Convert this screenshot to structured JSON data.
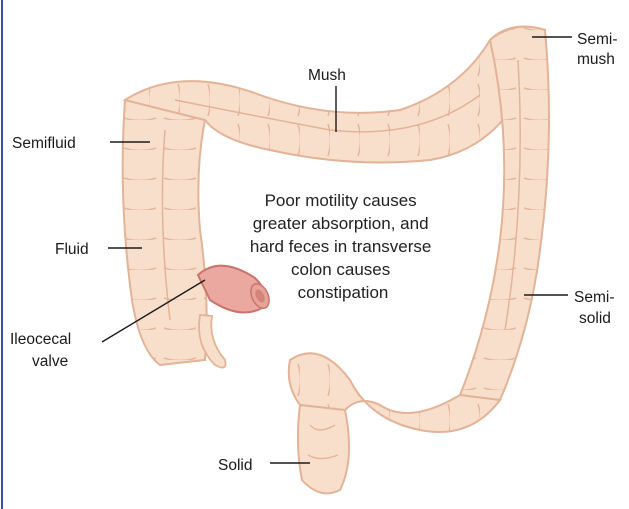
{
  "colors": {
    "colon_fill": "#f8dfcc",
    "colon_outline": "#e3b397",
    "ileum_fill": "#eba8a0",
    "ileum_outline": "#c8756c",
    "left_border": "#3a4fb0",
    "text": "#1a1a1a"
  },
  "labels": {
    "mush": "Mush",
    "semimush": [
      "Semi-",
      "mush"
    ],
    "semifluid": "Semifluid",
    "fluid": "Fluid",
    "ileocecal": [
      "Ileocecal",
      "valve"
    ],
    "semisolid": [
      "Semi-",
      "solid"
    ],
    "solid": "Solid"
  },
  "center_text": [
    "Poor motility causes",
    "greater absorption, and",
    "hard feces in transverse",
    "colon causes",
    "constipation"
  ]
}
